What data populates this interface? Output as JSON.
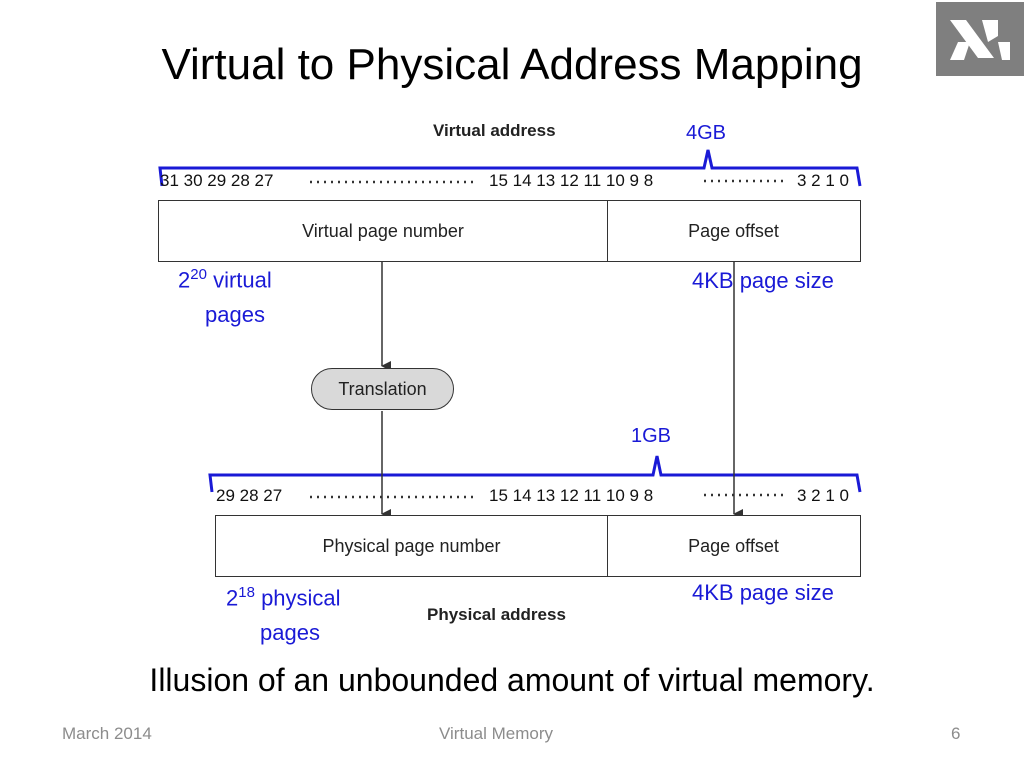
{
  "slide": {
    "title": "Virtual to Physical Address Mapping",
    "caption": "Illusion of an unbounded amount of virtual memory."
  },
  "diagram": {
    "virtual_address_label": "Virtual address",
    "virtual_size_label": "4GB",
    "virtual_bits_high": "31 30 29 28 27",
    "bits_mid": "15 14 13 12 11 10 9 8",
    "bits_low": "3 2 1 0",
    "virtual_page_number": "Virtual page number",
    "page_offset": "Page offset",
    "virtual_pages_base": "2",
    "virtual_pages_exp": "20",
    "virtual_pages_word": "virtual",
    "pages_word": "pages",
    "page_size_label": "4KB page size",
    "translation": "Translation",
    "physical_size_label": "1GB",
    "physical_bits_high": "29 28 27",
    "physical_page_number": "Physical page number",
    "physical_pages_base": "2",
    "physical_pages_exp": "18",
    "physical_pages_word": "physical",
    "physical_address_label": "Physical address"
  },
  "footer": {
    "date": "March 2014",
    "topic": "Virtual Memory",
    "page": "6"
  },
  "colors": {
    "annotation_blue": "#1a1ad6",
    "logo_gray": "#7f7f7f"
  }
}
